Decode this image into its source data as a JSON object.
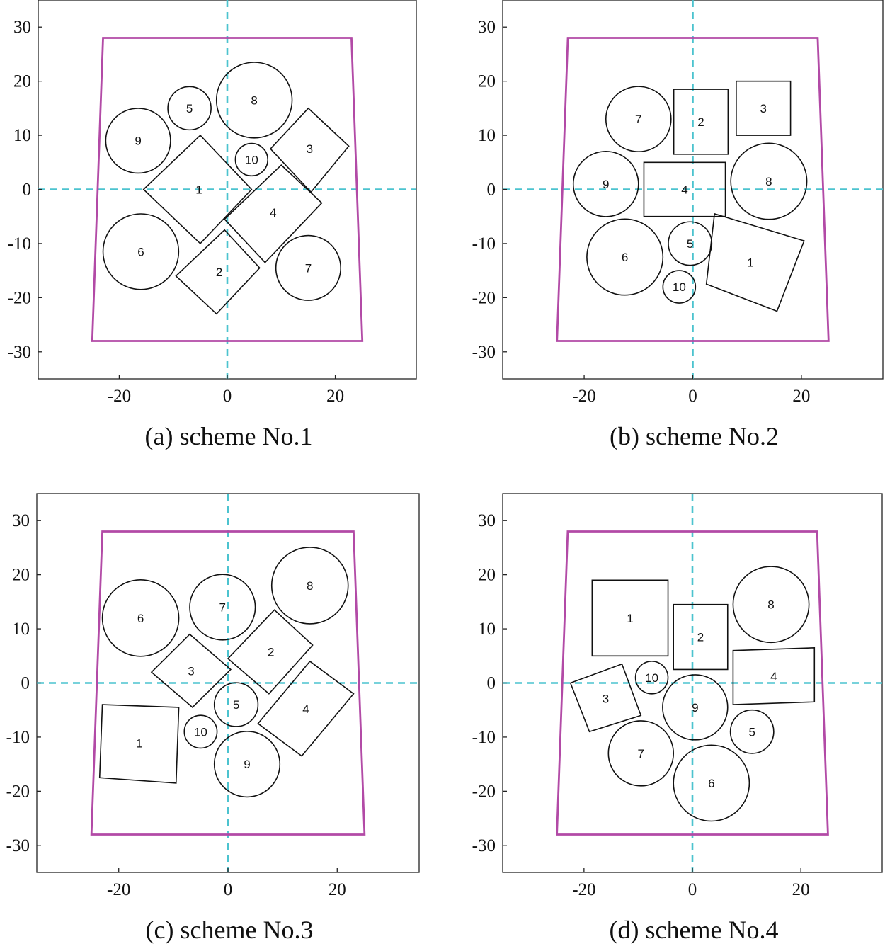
{
  "chart_data": [
    {
      "type": "scatter",
      "caption": "(a) scheme No.1",
      "xlim": [
        -35,
        35
      ],
      "ylim": [
        -35,
        35
      ],
      "xticks": [
        "-20",
        "0",
        "20"
      ],
      "yticks": [
        "30",
        "20",
        "10",
        "0",
        "-10",
        "-20",
        "-30"
      ],
      "container": [
        [
          -23,
          28
        ],
        [
          23,
          28
        ],
        [
          25,
          -28
        ],
        [
          -25,
          -28
        ]
      ],
      "circles": [
        {
          "label": "5",
          "cx": -7,
          "cy": 15,
          "r": 4
        },
        {
          "label": "8",
          "cx": 5,
          "cy": 16.5,
          "r": 7
        },
        {
          "label": "9",
          "cx": -16.5,
          "cy": 9,
          "r": 6
        },
        {
          "label": "10",
          "cx": 4.5,
          "cy": 5.5,
          "r": 3
        },
        {
          "label": "6",
          "cx": -16,
          "cy": -11.5,
          "r": 7
        },
        {
          "label": "7",
          "cx": 15,
          "cy": -14.5,
          "r": 6
        }
      ],
      "polygons": [
        {
          "label": "1",
          "points": [
            [
              -5,
              10
            ],
            [
              4.5,
              0
            ],
            [
              -5,
              -10
            ],
            [
              -15.5,
              0
            ]
          ]
        },
        {
          "label": "2",
          "points": [
            [
              -0.5,
              -7.5
            ],
            [
              6,
              -14.5
            ],
            [
              -2,
              -23
            ],
            [
              -9.5,
              -16
            ]
          ]
        },
        {
          "label": "3",
          "points": [
            [
              15,
              15
            ],
            [
              22.5,
              8
            ],
            [
              15.5,
              -0.5
            ],
            [
              8,
              7.5
            ]
          ]
        },
        {
          "label": "4",
          "points": [
            [
              10,
              4.5
            ],
            [
              17.5,
              -2.5
            ],
            [
              7,
              -13.5
            ],
            [
              -0.5,
              -5.5
            ]
          ]
        }
      ]
    },
    {
      "type": "scatter",
      "caption": "(b) scheme No.2",
      "xlim": [
        -35,
        35
      ],
      "ylim": [
        -35,
        35
      ],
      "xticks": [
        "-20",
        "0",
        "20"
      ],
      "yticks": [
        "30",
        "20",
        "10",
        "0",
        "-10",
        "-20",
        "-30"
      ],
      "container": [
        [
          -23,
          28
        ],
        [
          23,
          28
        ],
        [
          25,
          -28
        ],
        [
          -25,
          -28
        ]
      ],
      "circles": [
        {
          "label": "7",
          "cx": -10,
          "cy": 13,
          "r": 6
        },
        {
          "label": "9",
          "cx": -16,
          "cy": 1,
          "r": 6
        },
        {
          "label": "8",
          "cx": 14,
          "cy": 1.5,
          "r": 7
        },
        {
          "label": "6",
          "cx": -12.5,
          "cy": -12.5,
          "r": 7
        },
        {
          "label": "5",
          "cx": -0.5,
          "cy": -10,
          "r": 4
        },
        {
          "label": "10",
          "cx": -2.5,
          "cy": -18,
          "r": 3
        }
      ],
      "polygons": [
        {
          "label": "2",
          "points": [
            [
              -3.5,
              18.5
            ],
            [
              6.5,
              18.5
            ],
            [
              6.5,
              6.5
            ],
            [
              -3.5,
              6.5
            ]
          ]
        },
        {
          "label": "3",
          "points": [
            [
              8,
              20
            ],
            [
              18,
              20
            ],
            [
              18,
              10
            ],
            [
              8,
              10
            ]
          ]
        },
        {
          "label": "4",
          "points": [
            [
              -9,
              5
            ],
            [
              6,
              5
            ],
            [
              6,
              -5
            ],
            [
              -9,
              -5
            ]
          ]
        },
        {
          "label": "1",
          "points": [
            [
              4,
              -4.5
            ],
            [
              20.5,
              -9.5
            ],
            [
              15.5,
              -22.5
            ],
            [
              2.5,
              -17.5
            ]
          ]
        }
      ]
    },
    {
      "type": "scatter",
      "caption": "(c) scheme No.3",
      "xlim": [
        -35,
        35
      ],
      "ylim": [
        -35,
        35
      ],
      "xticks": [
        "-20",
        "0",
        "20"
      ],
      "yticks": [
        "30",
        "20",
        "10",
        "0",
        "-10",
        "-20",
        "-30"
      ],
      "container": [
        [
          -23,
          28
        ],
        [
          23,
          28
        ],
        [
          25,
          -28
        ],
        [
          -25,
          -28
        ]
      ],
      "circles": [
        {
          "label": "6",
          "cx": -16,
          "cy": 12,
          "r": 7
        },
        {
          "label": "7",
          "cx": -1,
          "cy": 14,
          "r": 6
        },
        {
          "label": "8",
          "cx": 15,
          "cy": 18,
          "r": 7
        },
        {
          "label": "5",
          "cx": 1.5,
          "cy": -4,
          "r": 4
        },
        {
          "label": "10",
          "cx": -5,
          "cy": -9,
          "r": 3
        },
        {
          "label": "9",
          "cx": 3.5,
          "cy": -15,
          "r": 6
        }
      ],
      "polygons": [
        {
          "label": "3",
          "points": [
            [
              -7,
              9
            ],
            [
              0.5,
              2.5
            ],
            [
              -6.5,
              -4.5
            ],
            [
              -14,
              2
            ]
          ]
        },
        {
          "label": "2",
          "points": [
            [
              8.5,
              13.5
            ],
            [
              15.5,
              7
            ],
            [
              7.5,
              -2
            ],
            [
              0,
              4.5
            ]
          ]
        },
        {
          "label": "4",
          "points": [
            [
              15,
              4
            ],
            [
              23,
              -2
            ],
            [
              13.5,
              -13.5
            ],
            [
              5.5,
              -7.5
            ]
          ]
        },
        {
          "label": "1",
          "points": [
            [
              -23,
              -4
            ],
            [
              -9,
              -4.5
            ],
            [
              -9.5,
              -18.5
            ],
            [
              -23.5,
              -17.5
            ]
          ]
        }
      ]
    },
    {
      "type": "scatter",
      "caption": "(d) scheme No.4",
      "xlim": [
        -35,
        35
      ],
      "ylim": [
        -35,
        35
      ],
      "xticks": [
        "-20",
        "0",
        "20"
      ],
      "yticks": [
        "30",
        "20",
        "10",
        "0",
        "-10",
        "-20",
        "-30"
      ],
      "container": [
        [
          -23,
          28
        ],
        [
          23,
          28
        ],
        [
          25,
          -28
        ],
        [
          -25,
          -28
        ]
      ],
      "circles": [
        {
          "label": "8",
          "cx": 14.5,
          "cy": 14.5,
          "r": 7
        },
        {
          "label": "10",
          "cx": -7.5,
          "cy": 1,
          "r": 3
        },
        {
          "label": "9",
          "cx": 0.5,
          "cy": -4.5,
          "r": 6
        },
        {
          "label": "5",
          "cx": 11,
          "cy": -9,
          "r": 4
        },
        {
          "label": "7",
          "cx": -9.5,
          "cy": -13,
          "r": 6
        },
        {
          "label": "6",
          "cx": 3.5,
          "cy": -18.5,
          "r": 7
        }
      ],
      "polygons": [
        {
          "label": "1",
          "points": [
            [
              -18.5,
              19
            ],
            [
              -4.5,
              19
            ],
            [
              -4.5,
              5
            ],
            [
              -18.5,
              5
            ]
          ]
        },
        {
          "label": "2",
          "points": [
            [
              -3.5,
              14.5
            ],
            [
              6.5,
              14.5
            ],
            [
              6.5,
              2.5
            ],
            [
              -3.5,
              2.5
            ]
          ]
        },
        {
          "label": "4",
          "points": [
            [
              7.5,
              6
            ],
            [
              22.5,
              6.5
            ],
            [
              22.5,
              -3.5
            ],
            [
              7.5,
              -4
            ]
          ]
        },
        {
          "label": "3",
          "points": [
            [
              -22.5,
              0
            ],
            [
              -13,
              3.5
            ],
            [
              -9.5,
              -6
            ],
            [
              -19,
              -9
            ]
          ]
        }
      ]
    }
  ]
}
